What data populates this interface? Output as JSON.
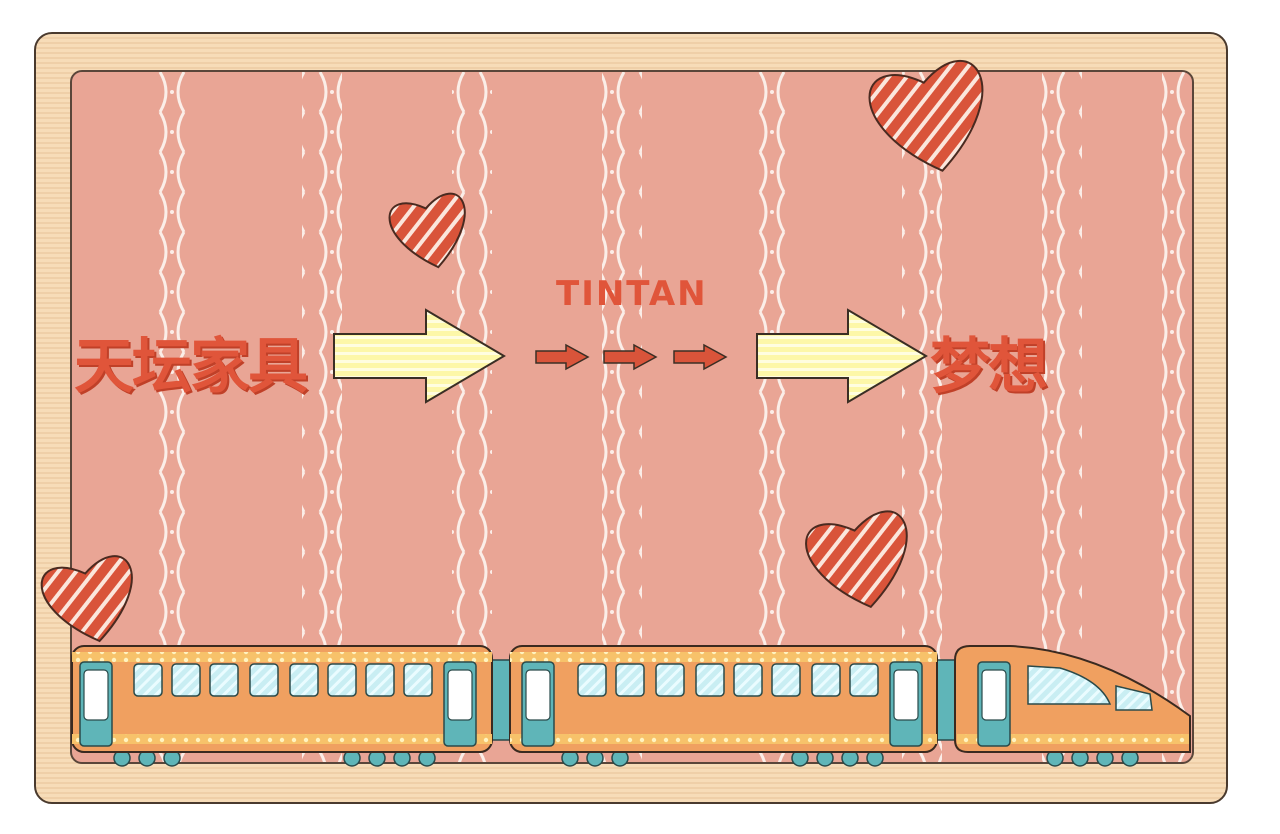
{
  "brand_text": "天坛家具",
  "middle_label": "TINTAN",
  "dream_text": "梦想",
  "colors": {
    "background_pink": "#e9a595",
    "frame_wood": "#f7dcb8",
    "heart_red": "#d9543a",
    "arrow_yellow": "#fdf7a8",
    "train_orange": "#f0a060",
    "window_blue": "#c9eef3"
  },
  "icons": [
    "heart-icon",
    "arrow-icon",
    "train-icon"
  ]
}
